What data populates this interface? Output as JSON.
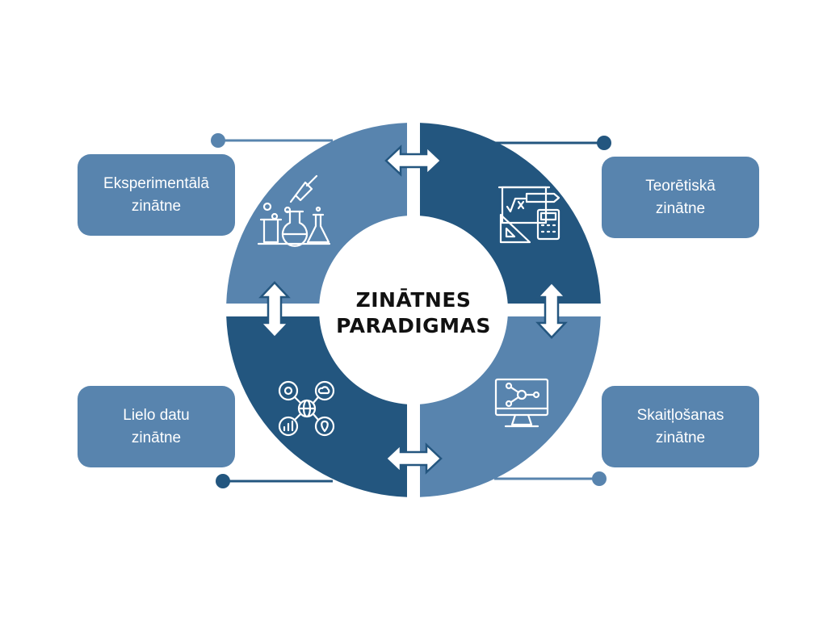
{
  "center": {
    "line1": "ZINĀTNES",
    "line2": "PARADIGMAS"
  },
  "paradigms": {
    "experimental": {
      "line1": "Eksperimentālā",
      "line2": "zinātne",
      "icon": "lab-flasks-icon"
    },
    "theoretical": {
      "line1": "Teorētiskā",
      "line2": "zinātne",
      "icon": "math-board-icon"
    },
    "bigdata": {
      "line1": "Lielo datu",
      "line2": "zinātne",
      "icon": "data-network-icon"
    },
    "computing": {
      "line1": "Skaitļošanas",
      "line2": "zinātne",
      "icon": "computer-network-icon"
    }
  },
  "colors": {
    "light_blue": "#5884ae",
    "dark_blue": "#23567f",
    "box_fill": "#5884ae",
    "background": "#ffffff"
  }
}
